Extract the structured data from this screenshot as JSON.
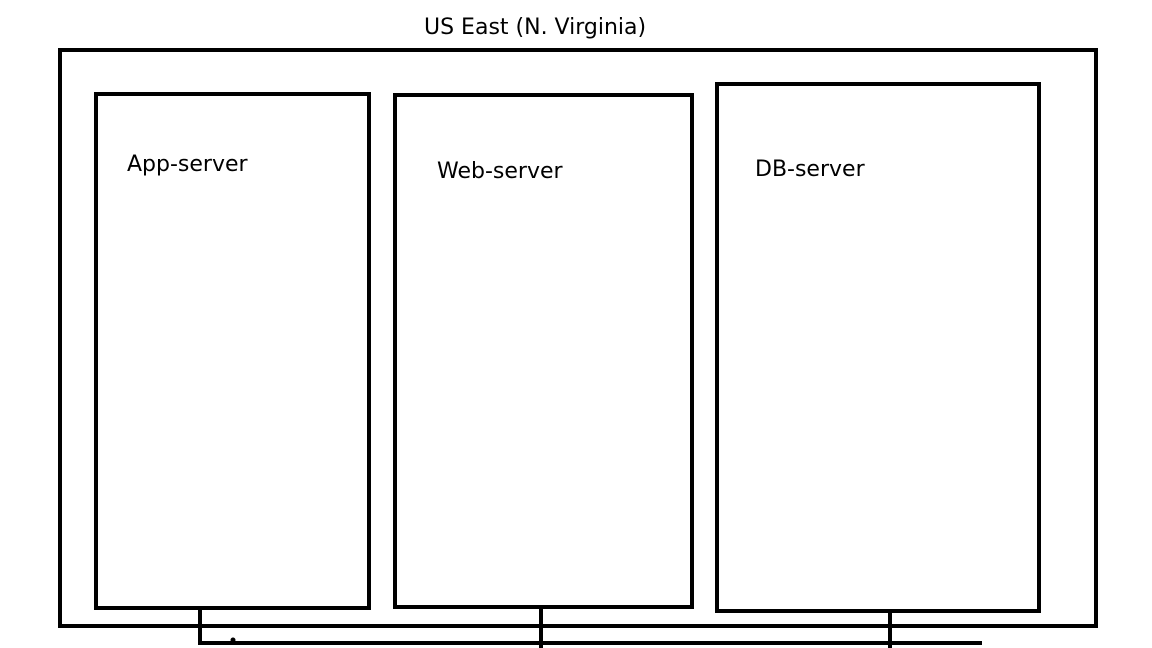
{
  "region": {
    "title": "US East (N. Virginia)"
  },
  "servers": [
    {
      "label": "App-server"
    },
    {
      "label": "Web-server"
    },
    {
      "label": "DB-server"
    }
  ],
  "colors": {
    "stroke": "#000000",
    "background": "#ffffff"
  }
}
